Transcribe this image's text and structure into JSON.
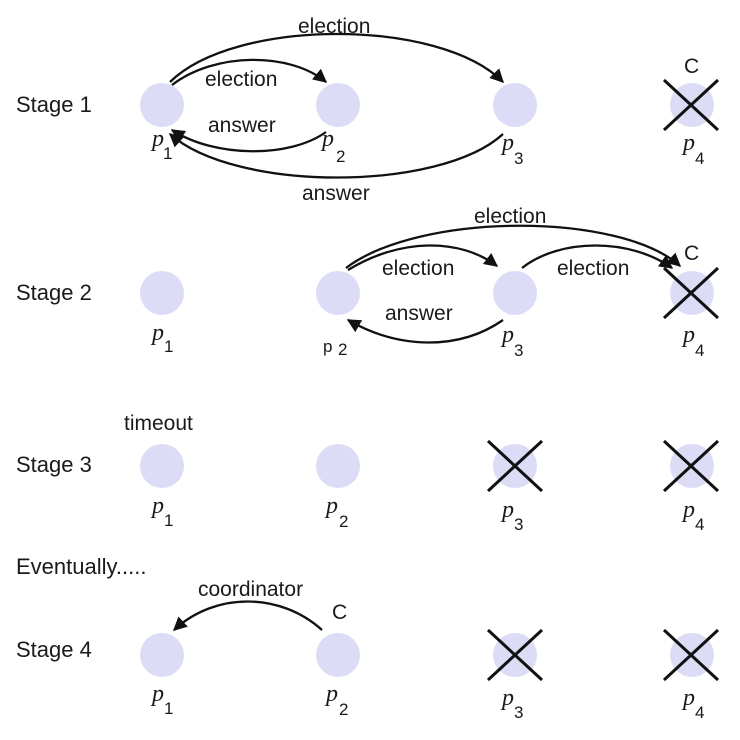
{
  "stage_labels": [
    "Stage 1",
    "Stage 2",
    "Stage 3",
    "Stage 4"
  ],
  "eventually_label": "Eventually.....",
  "messages": {
    "election": "election",
    "answer": "answer",
    "timeout": "timeout",
    "coordinator": "coordinator"
  },
  "coordinator_mark": "C",
  "processes": {
    "p1": {
      "letter": "p",
      "index": "1"
    },
    "p2": {
      "letter": "p",
      "index": "2"
    },
    "p3": {
      "letter": "p",
      "index": "3"
    },
    "p4": {
      "letter": "p",
      "index": "4"
    }
  },
  "colors": {
    "node_fill": "#dcdcf6",
    "stroke": "#111111"
  }
}
